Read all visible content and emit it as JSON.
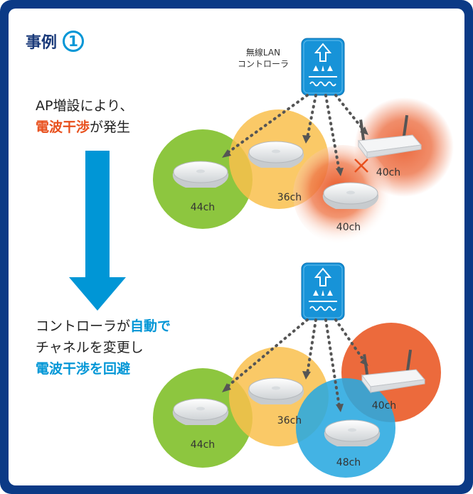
{
  "case_title": "事例",
  "case_number": "1",
  "top": {
    "line1": "AP増設により、",
    "line2_em": "電波干渉",
    "line2_rest": "が発生",
    "controller_label_line1": "無線LAN",
    "controller_label_line2": "コントローラ",
    "channels": [
      "44ch",
      "36ch",
      "40ch",
      "40ch"
    ]
  },
  "bottom": {
    "line1_pre": "コントローラが",
    "line1_em": "自動で",
    "line2": "チャネルを変更し",
    "line3_em": "電波干渉を回避",
    "channels": [
      "44ch",
      "36ch",
      "40ch",
      "48ch"
    ]
  },
  "colors": {
    "frame": "#0b3a86",
    "accent_blue": "#0096d6",
    "green": "#8dc63f",
    "yellow": "#f9c04c",
    "orange": "#ec6a3c",
    "cyan": "#29a8e0"
  }
}
